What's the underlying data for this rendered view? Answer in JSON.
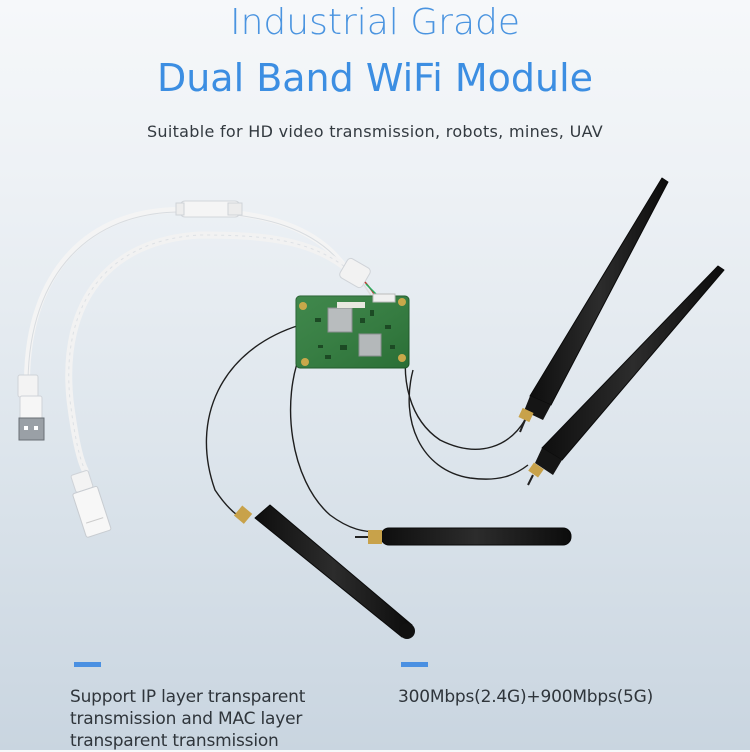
{
  "header": {
    "title_line1": "Industrial Grade",
    "title_line2": "Dual Band WiFi Module",
    "subtitle": "Suitable for HD video transmission, robots, mines, UAV"
  },
  "product_image": {
    "description": "Green dual band WiFi PCB module with 4 black rubber duck antennas connected via coaxial pigtails, white USB and RJ45 Ethernet cables",
    "components": [
      "pcb-module",
      "antenna",
      "antenna",
      "antenna",
      "antenna",
      "usb-cable",
      "rj45-cable",
      "dc-connector"
    ]
  },
  "features": [
    {
      "icon": "accent-bar",
      "lines": [
        "Support IP layer transparent",
        "transmission and MAC layer",
        "transparent transmission"
      ]
    },
    {
      "icon": "accent-bar",
      "lines": [
        "300Mbps(2.4G)+900Mbps(5G)"
      ]
    }
  ],
  "colors": {
    "accent": "#4a90e2",
    "title": "#3c8ee2",
    "text": "#2f353b",
    "pcb": "#2e7d3e",
    "antenna": "#1a1a1a",
    "cable": "#f2f2f2"
  }
}
